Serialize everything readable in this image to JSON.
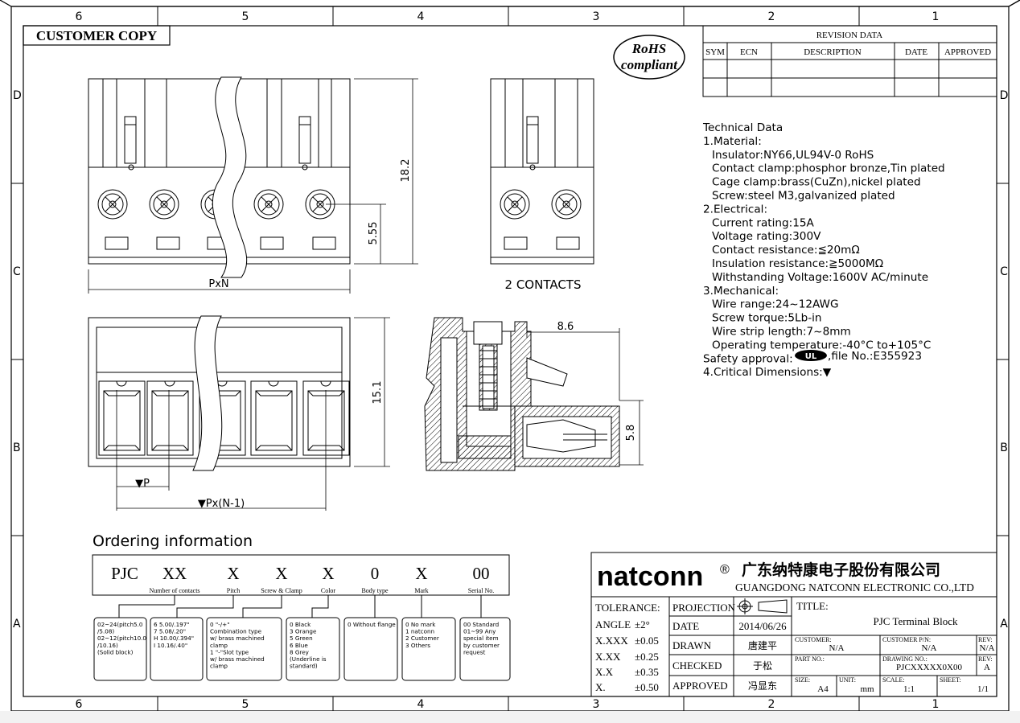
{
  "zones": {
    "top": [
      "6",
      "5",
      "4",
      "3",
      "2",
      "1"
    ],
    "bottom": [
      "6",
      "5",
      "4",
      "3",
      "2",
      "1"
    ],
    "left": [
      "D",
      "C",
      "B",
      "A"
    ],
    "right": [
      "D",
      "C",
      "B",
      "A"
    ]
  },
  "stamp": "CUSTOMER COPY",
  "rohs": {
    "line1": "RoHS",
    "line2": "compliant"
  },
  "revision": {
    "title": "REVISION DATA",
    "headers": [
      "SYM",
      "ECN",
      "DESCRIPTION",
      "DATE",
      "APPROVED"
    ]
  },
  "technical": {
    "lines": [
      "Technical  Data",
      "1.Material:",
      "  Insulator:NY66,UL94V-0  RoHS",
      "  Contact  clamp:phosphor  bronze,Tin  plated",
      "  Cage  clamp:brass(CuZn),nickel  plated",
      "  Screw:steel  M3,galvanized  plated",
      "2.Electrical:",
      "  Current  rating:15A",
      "  Voltage  rating:300V",
      "  Contact  resistance:≦20mΩ",
      "  Insulation  resistance:≧5000MΩ",
      "  Withstanding  Voltage:1600V  AC/minute",
      "3.Mechanical:",
      "  Wire  range:24~12AWG",
      "  Screw  torque:5Lb-in",
      "  Wire  strip  length:7~8mm",
      "  Operating  temperature:-40°C  to+105°C",
      "Safety  approval:",
      "4.Critical  Dimensions:▼"
    ],
    "safety_suffix": ",file  No.:E355923",
    "ul_mark": "UL"
  },
  "dimensions": {
    "height_top": "18.2",
    "screw_center": "5.55",
    "pxn": "PxN",
    "two_contacts": "2 CONTACTS",
    "height_front": "15.1",
    "pitch": "▼P",
    "pitch_span": "▼Px(N-1)",
    "depth": "8.6",
    "opening": "5.8"
  },
  "ordering": {
    "title": "Ordering  information",
    "codes": [
      {
        "code": "PJC",
        "label": ""
      },
      {
        "code": "XX",
        "label": "Number of contacts"
      },
      {
        "code": "X",
        "label": "Pitch"
      },
      {
        "code": "X",
        "label": "Screw & Clamp"
      },
      {
        "code": "X",
        "label": "Color"
      },
      {
        "code": "0",
        "label": "Body type"
      },
      {
        "code": "X",
        "label": "Mark"
      },
      {
        "code": "00",
        "label": "Serial No."
      }
    ],
    "notes": [
      [
        "02~24(pitch5.0",
        "/5.08)",
        "02~12(pitch10.0",
        "/10.16)",
        "(Solid block)"
      ],
      [
        "6  5.00/.197\"",
        "7  5.08/.20\"",
        "H  10.00/.394\"",
        "I  10.16/.40\""
      ],
      [
        "0  \"-/+\"",
        "Combination type",
        "w/ brass machined",
        "clamp",
        "1  \"-\"Slot type",
        "w/ brass machined",
        "clamp"
      ],
      [
        "0  Black",
        "3  Orange",
        "5  Green",
        "6  Blue",
        "8  Grey",
        "(Underline is",
        "standard)"
      ],
      [
        "0 Without flange"
      ],
      [
        "0  No mark",
        "1  natconn",
        "2  Customer",
        "3  Others"
      ],
      [
        "00 Standard",
        "01~99 Any",
        "special item",
        "by customer",
        "request"
      ]
    ]
  },
  "titleblock": {
    "brand": "natconn",
    "reg": "®",
    "company_cn": "广东纳特康电子股份有限公司",
    "company_en": "GUANGDONG NATCONN ELECTRONIC CO.,LTD",
    "tolerance_label": "TOLERANCE:",
    "tolerances": [
      {
        "k": "ANGLE",
        "v": "±2°"
      },
      {
        "k": "X.XXX",
        "v": "±0.05"
      },
      {
        "k": "X.XX",
        "v": "±0.25"
      },
      {
        "k": "X.X",
        "v": "±0.35"
      },
      {
        "k": "X.",
        "v": "±0.50"
      }
    ],
    "projection": "PROJECTION",
    "date_label": "DATE",
    "date": "2014/06/26",
    "drawn_label": "DRAWN",
    "drawn": "唐建平",
    "checked_label": "CHECKED",
    "checked": "于松",
    "approved_label": "APPROVED",
    "approved": "冯显东",
    "title_label": "TITLE:",
    "title": "PJC  Terminal Block",
    "customer_label": "CUSTOMER:",
    "customer": "N/A",
    "customer_pn_label": "CUSTOMER P/N:",
    "customer_pn": "N/A",
    "rev_label": "REV:",
    "rev1": "N/A",
    "part_no_label": "PART NO.:",
    "drawing_no_label": "DRAWING NO.:",
    "drawing_no": "PJCXXXXX0X00",
    "rev2": "A",
    "size_label": "SIZE:",
    "size": "A4",
    "unit_label": "UNIT:",
    "unit": "mm",
    "scale_label": "SCALE:",
    "scale": "1:1",
    "sheet_label": "SHEET:",
    "sheet": "1/1"
  }
}
